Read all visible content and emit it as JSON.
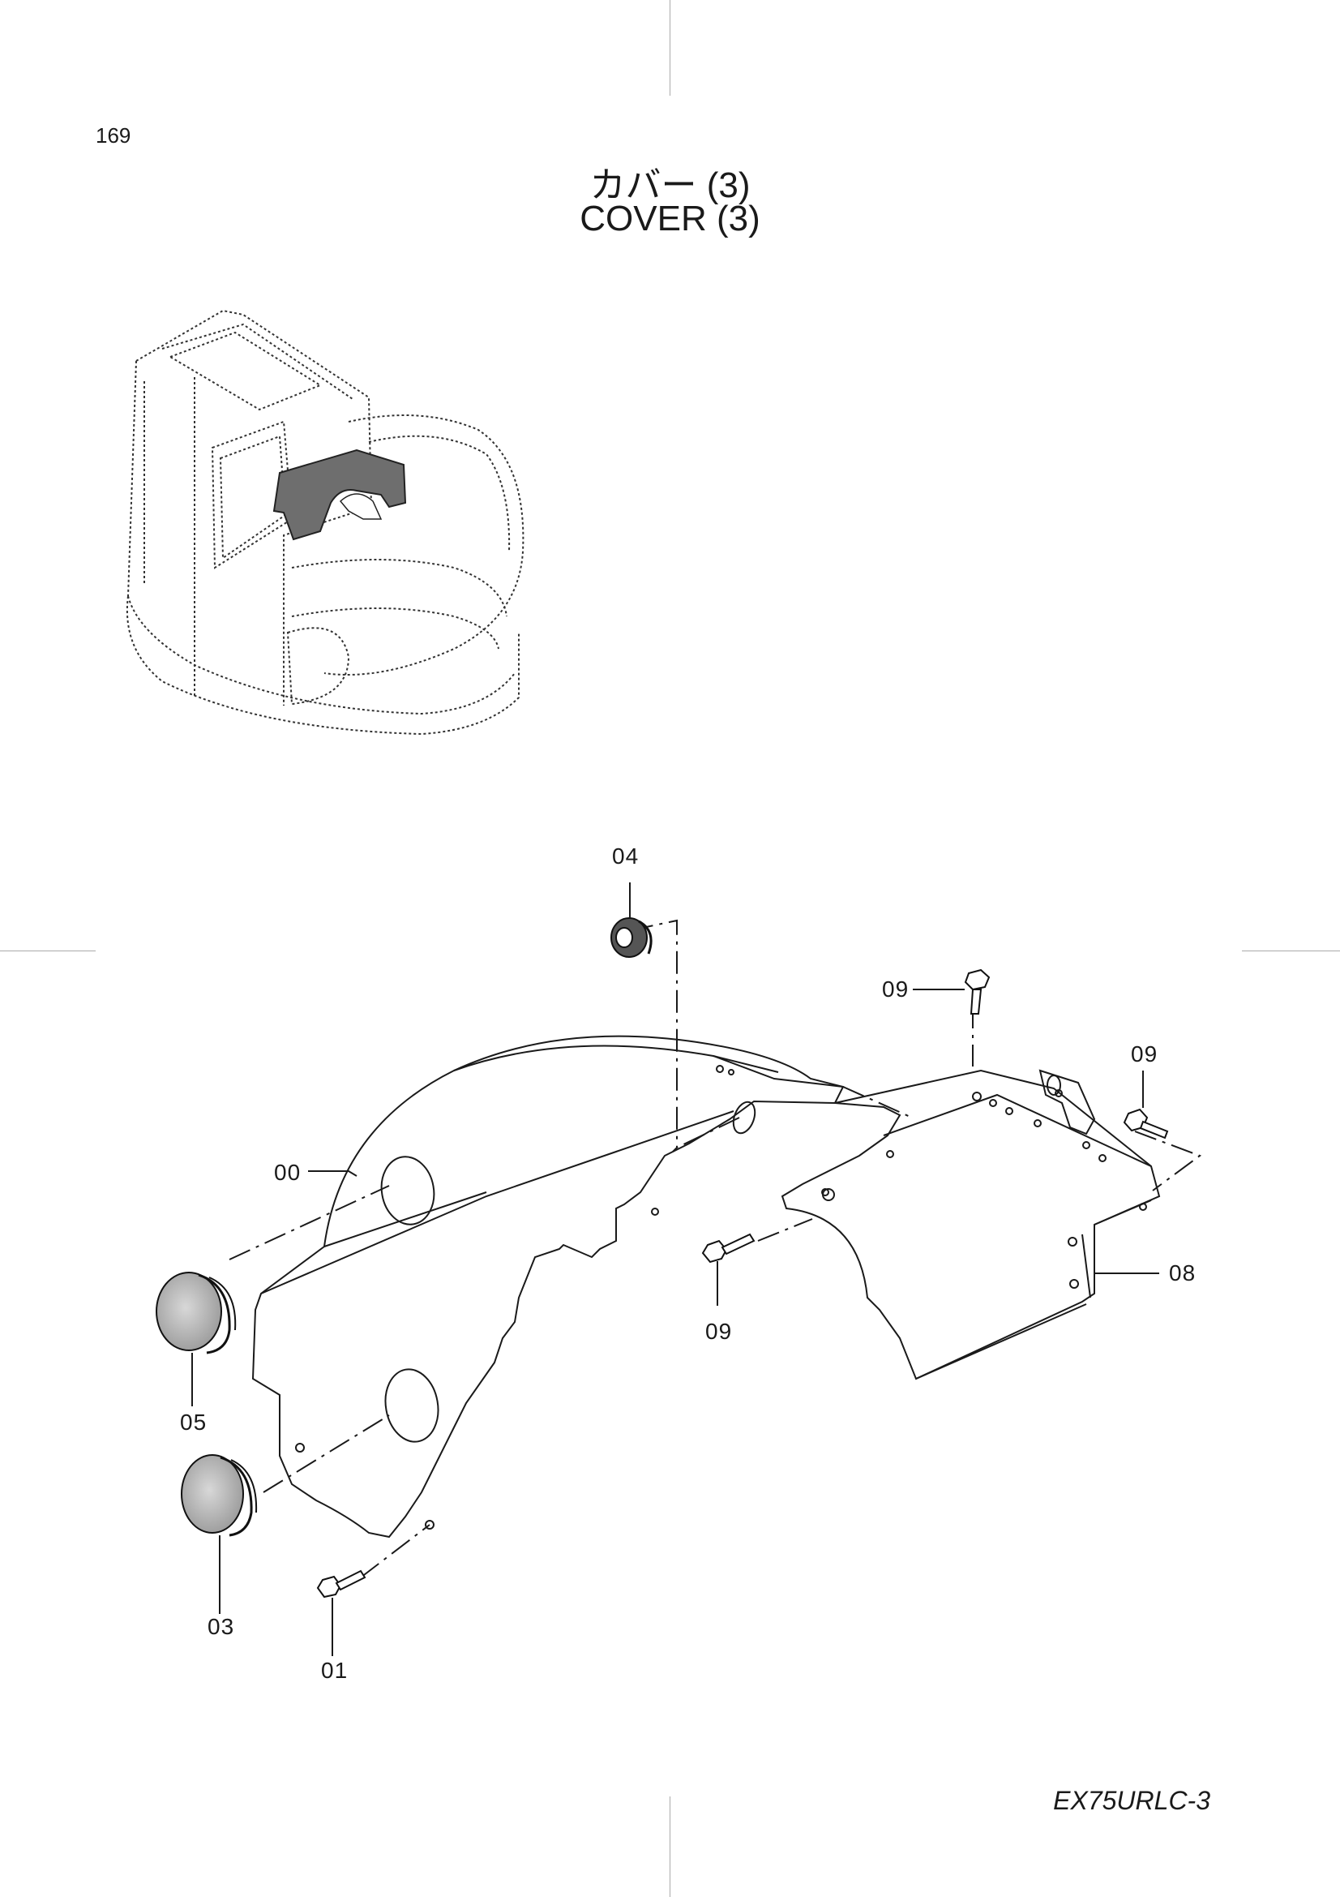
{
  "page_number": "169",
  "title": {
    "japanese": "カバー (3)",
    "english": "COVER (3)"
  },
  "model_code": "EX75URLC-3",
  "callouts": [
    {
      "id": "c04",
      "label": "04"
    },
    {
      "id": "c09a",
      "label": "09"
    },
    {
      "id": "c09b",
      "label": "09"
    },
    {
      "id": "c00",
      "label": "00"
    },
    {
      "id": "c08",
      "label": "08"
    },
    {
      "id": "c09c",
      "label": "09"
    },
    {
      "id": "c05",
      "label": "05"
    },
    {
      "id": "c03",
      "label": "03"
    },
    {
      "id": "c01",
      "label": "01"
    }
  ]
}
